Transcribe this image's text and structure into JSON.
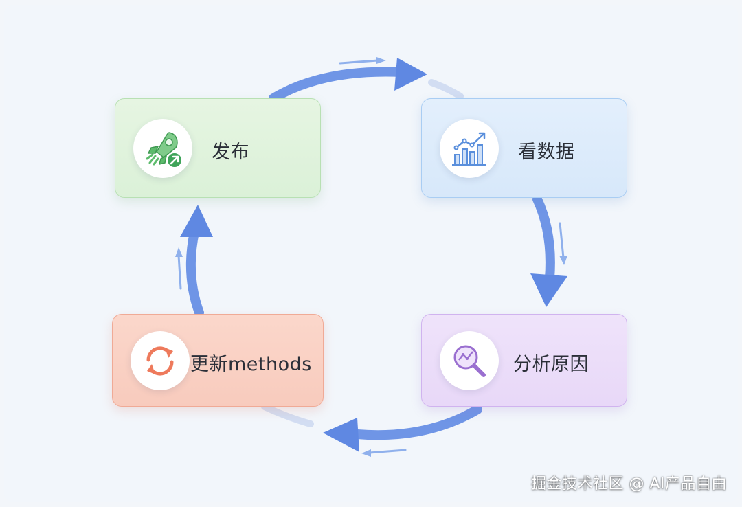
{
  "nodes": {
    "release": {
      "label": "发布",
      "icon": "rocket-icon"
    },
    "data": {
      "label": "看数据",
      "icon": "bar-chart-icon"
    },
    "analyze": {
      "label": "分析原因",
      "icon": "magnifier-chart-icon"
    },
    "update": {
      "label": "更新methods",
      "icon": "refresh-icon"
    }
  },
  "watermark": "掘金技术社区 @ AI产品自由",
  "colors": {
    "arrow": "#6f95e6",
    "release_bg": "#dbf1d8",
    "data_bg": "#d7e8fa",
    "analyze_bg": "#e8d8f8",
    "update_bg": "#f8cbbd",
    "rocket": "#5dbb6c",
    "chart": "#5a8fdc",
    "magnifier": "#9a6fd0",
    "refresh": "#ee7a5c"
  }
}
